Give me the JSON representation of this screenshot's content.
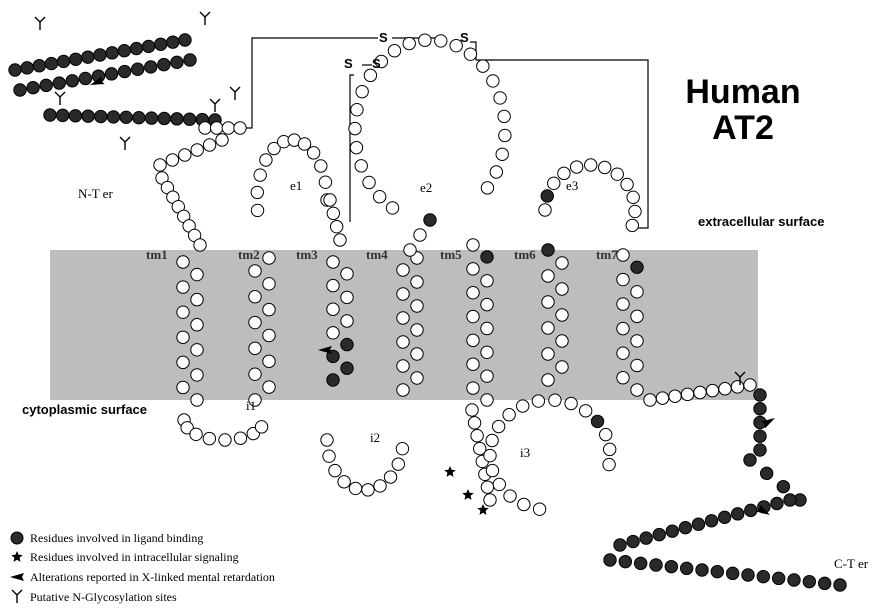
{
  "title_line1": "Human",
  "title_line2": "AT2",
  "regions": {
    "extracellular": "extracellular surface",
    "cytoplasmic": "cytoplasmic surface",
    "nterm": "N-T er",
    "cterm": "C-T er"
  },
  "loops": {
    "e1": "e1",
    "e2": "e2",
    "e3": "e3",
    "i1": "i1",
    "i2": "i2",
    "i3": "i3"
  },
  "helices": [
    "tm1",
    "tm2",
    "tm3",
    "tm4",
    "tm5",
    "tm6",
    "tm7"
  ],
  "disulfide": {
    "s1": "S",
    "s2": "S",
    "s3": "S",
    "s4": "S"
  },
  "legend": [
    {
      "icon": "dark-residue-icon",
      "label": "Residues involved in ligand binding"
    },
    {
      "icon": "star-icon",
      "label": "Residues involved in intracellular signaling"
    },
    {
      "icon": "arrow-icon",
      "label": "Alterations reported in X-linked mental retardation"
    },
    {
      "icon": "glycosylation-icon",
      "label": "Putative N-Glycosylation sites"
    }
  ],
  "colors": {
    "membrane": "#bdbdbd",
    "residue_fill": "#ffffff",
    "ligand_fill": "#2a2a2a",
    "cterm_fill": "#3a3a3a"
  }
}
